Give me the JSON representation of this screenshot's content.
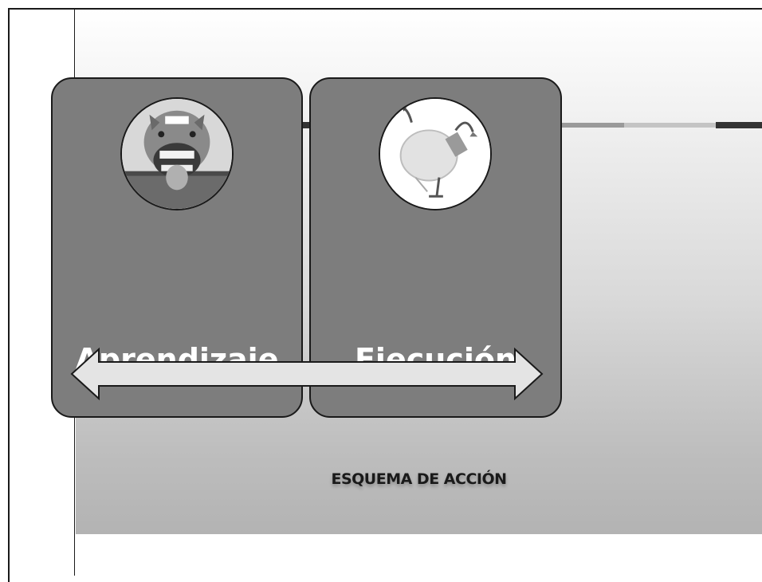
{
  "diagram": {
    "cards": [
      {
        "label": "Aprendizaje",
        "image": "laughing-horse-photo"
      },
      {
        "label": "Ejecución",
        "image": "lightbulb-character-photo"
      }
    ],
    "arrow": "double-headed-arrow",
    "caption": "ESQUEMA DE ACCIÓN"
  }
}
